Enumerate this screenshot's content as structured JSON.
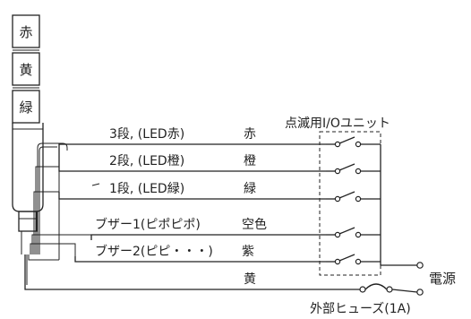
{
  "tower": {
    "tiers": [
      "赤",
      "黄",
      "緑"
    ]
  },
  "wires": [
    {
      "label": "3段, (LED赤)",
      "color": "赤"
    },
    {
      "label": "2段, (LED橙)",
      "color": "橙"
    },
    {
      "label": "1段, (LED緑)",
      "color": "緑"
    },
    {
      "label": "ブザー1(ピポピポ)",
      "color": "空色"
    },
    {
      "label": "ブザー2(ピピ・・・)",
      "color": "紫"
    },
    {
      "label": "",
      "color": "黄"
    }
  ],
  "unit_label": "点滅用I/Oユニット",
  "power_label": "電源",
  "fuse_label": "外部ヒューズ(1A)"
}
